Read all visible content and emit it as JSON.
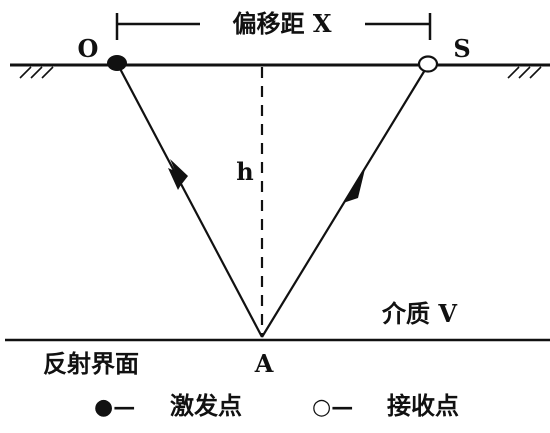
{
  "labels": {
    "source_point": "O",
    "receiver_point": "S",
    "offset": "偏移距 X",
    "depth": "h",
    "reflection_point": "A",
    "medium": "介质 V",
    "reflector": "反射界面"
  },
  "legend": {
    "source_symbol": "●—",
    "source_label": "激发点",
    "receiver_symbol": "○—",
    "receiver_label": "接收点"
  },
  "colors": {
    "ink": "#111111",
    "background": "#ffffff"
  }
}
